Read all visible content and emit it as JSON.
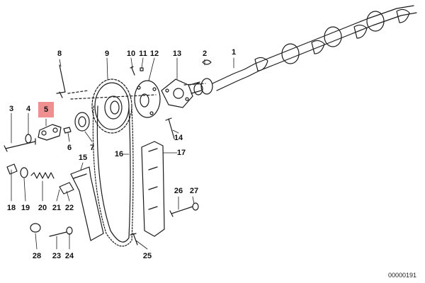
{
  "diagram": {
    "code": "00000191",
    "highlight_part": "5",
    "highlight_color": "#f08f8f",
    "ink_color": "#1a1a1a"
  },
  "parts": [
    {
      "id": "p1",
      "label": "1"
    },
    {
      "id": "p2",
      "label": "2"
    },
    {
      "id": "p3",
      "label": "3"
    },
    {
      "id": "p4",
      "label": "4"
    },
    {
      "id": "p5",
      "label": "5"
    },
    {
      "id": "p6",
      "label": "6"
    },
    {
      "id": "p7",
      "label": "7"
    },
    {
      "id": "p8",
      "label": "8"
    },
    {
      "id": "p9",
      "label": "9"
    },
    {
      "id": "p10",
      "label": "10"
    },
    {
      "id": "p11",
      "label": "11"
    },
    {
      "id": "p12",
      "label": "12"
    },
    {
      "id": "p13",
      "label": "13"
    },
    {
      "id": "p14",
      "label": "14"
    },
    {
      "id": "p15",
      "label": "15"
    },
    {
      "id": "p16",
      "label": "16"
    },
    {
      "id": "p17",
      "label": "17"
    },
    {
      "id": "p18",
      "label": "18"
    },
    {
      "id": "p19",
      "label": "19"
    },
    {
      "id": "p20",
      "label": "20"
    },
    {
      "id": "p21",
      "label": "21"
    },
    {
      "id": "p22",
      "label": "22"
    },
    {
      "id": "p23",
      "label": "23"
    },
    {
      "id": "p24",
      "label": "24"
    },
    {
      "id": "p25",
      "label": "25"
    },
    {
      "id": "p26",
      "label": "26"
    },
    {
      "id": "p27",
      "label": "27"
    },
    {
      "id": "p28",
      "label": "28"
    }
  ]
}
